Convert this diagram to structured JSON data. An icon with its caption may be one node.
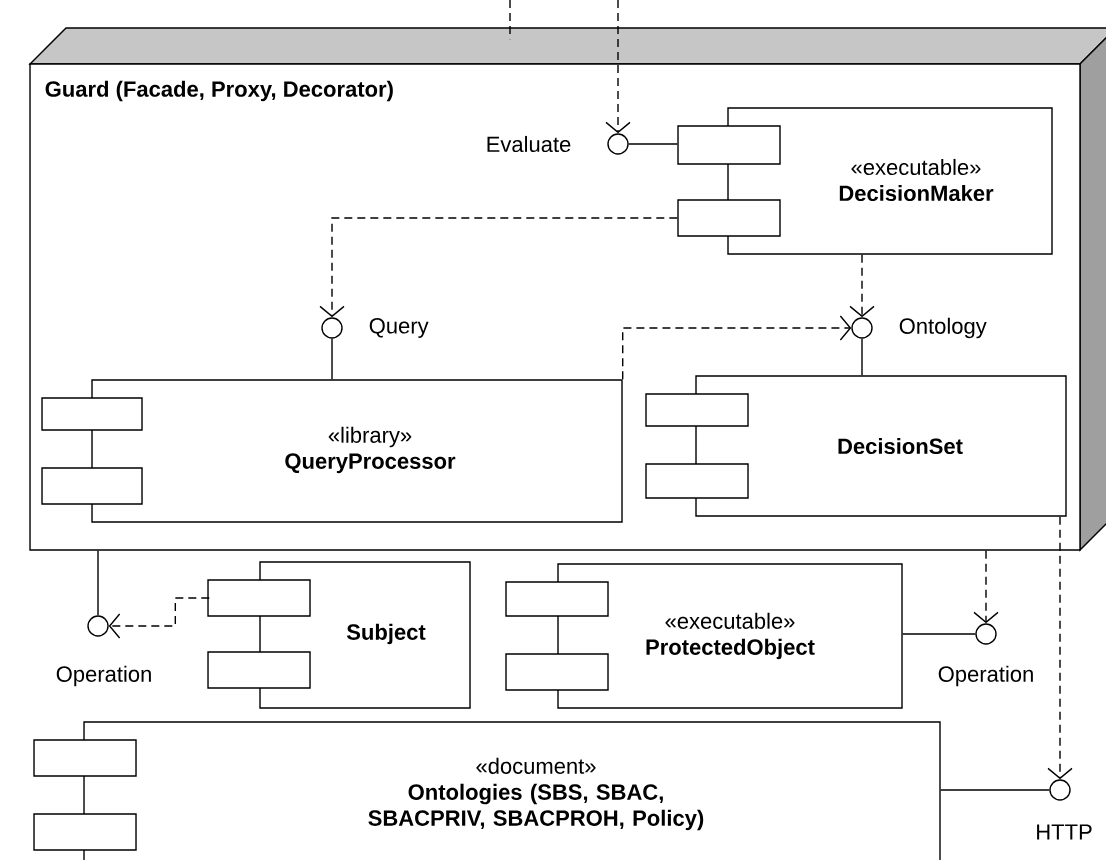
{
  "diagram": {
    "nodes": [
      {
        "text": [
          "Guard (Facade, Proxy, Decorator)"
        ]
      },
      {
        "text": [
          "«executable»",
          "DecisionMaker"
        ],
        "in": 0
      },
      {
        "text": [
          "«library»",
          "QueryProcessor"
        ],
        "in": 0
      },
      {
        "text": [
          "DecisionSet"
        ],
        "in": 0
      },
      {
        "text": [],
        "shape": "circle",
        "beside": [
          "Evaluate"
        ],
        "in": 0
      },
      {
        "text": [],
        "shape": "circle",
        "beside": [
          "Query"
        ],
        "in": 0
      },
      {
        "text": [],
        "shape": "circle",
        "beside": [
          "Ontology"
        ],
        "in": 0
      },
      {
        "text": [
          "Subject"
        ]
      },
      {
        "text": [
          "«executable»",
          "ProtectedObject"
        ]
      },
      {
        "text": [],
        "shape": "circle",
        "beside": [
          "Operation"
        ]
      },
      {
        "text": [],
        "shape": "circle",
        "beside": [
          "Operation"
        ]
      },
      {
        "text": [
          "«document»",
          "Ontologies (SBS, SBAC, SBACPRIV, SBACPROH, Policy)"
        ]
      },
      {
        "text": [],
        "shape": "circle",
        "beside": [
          "HTTP"
        ]
      }
    ],
    "edges": [
      {
        "from": null,
        "to": 4,
        "arrow": "to",
        "style": "dashed"
      },
      {
        "from": null,
        "to": 0,
        "arrow": "none",
        "style": "dashed"
      },
      {
        "from": 1,
        "to": 4,
        "arrow": "none"
      },
      {
        "from": 1,
        "to": 5,
        "arrow": "to",
        "style": "dashed"
      },
      {
        "from": 2,
        "to": 5,
        "arrow": "none"
      },
      {
        "from": 1,
        "to": 6,
        "arrow": "to",
        "style": "dashed"
      },
      {
        "from": 3,
        "to": 6,
        "arrow": "none"
      },
      {
        "from": 2,
        "to": 6,
        "arrow": "to",
        "style": "dashed"
      },
      {
        "from": 0,
        "to": 9,
        "arrow": "none"
      },
      {
        "from": 7,
        "to": 9,
        "arrow": "to",
        "style": "dashed"
      },
      {
        "from": 8,
        "to": 10,
        "arrow": "none"
      },
      {
        "from": 0,
        "to": 10,
        "arrow": "to",
        "style": "dashed"
      },
      {
        "from": 11,
        "to": 12,
        "arrow": "none"
      },
      {
        "from": 3,
        "to": 12,
        "arrow": "to",
        "style": "dashed"
      }
    ]
  }
}
